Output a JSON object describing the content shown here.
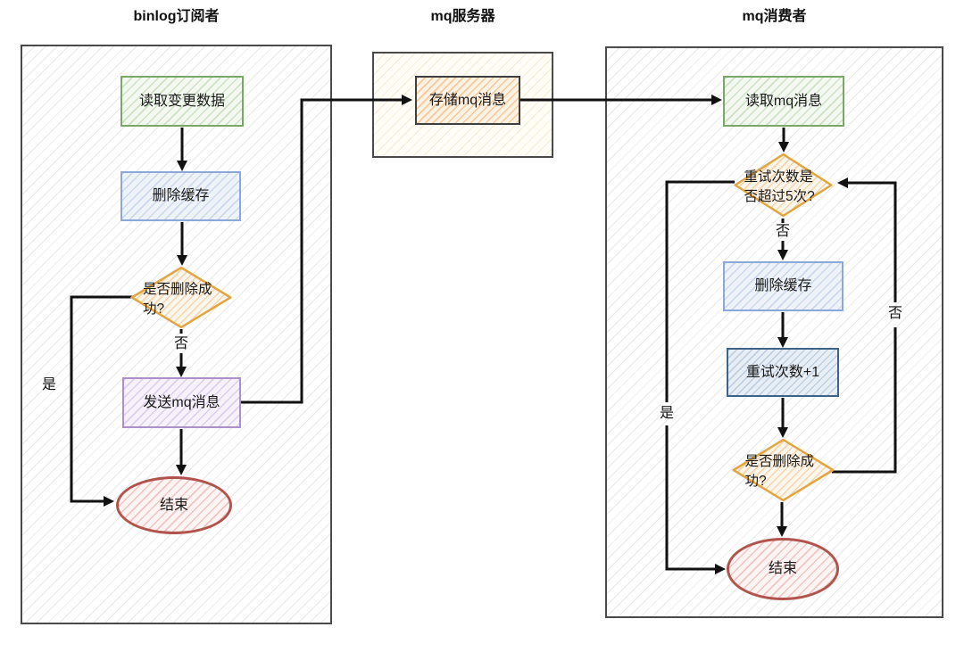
{
  "diagram": {
    "type": "flowchart",
    "lanes": {
      "binlog": {
        "title": "binlog订阅者"
      },
      "mq_server": {
        "title": "mq服务器"
      },
      "mq_consumer": {
        "title": "mq消费者"
      }
    },
    "nodes": {
      "read_change": "读取变更数据",
      "del_cache_left": "删除缓存",
      "check_del_left": "是否删除成功?",
      "send_mq": "发送mq消息",
      "end_left": "结束",
      "store_mq": "存储mq消息",
      "read_mq": "读取mq消息",
      "retry_check": "重试次数是否超过5次?",
      "del_cache_right": "删除缓存",
      "retry_inc": "重试次数+1",
      "check_del_right": "是否删除成功?",
      "end_right": "结束"
    },
    "edges": [
      {
        "from": "read_change",
        "to": "del_cache_left",
        "label": ""
      },
      {
        "from": "del_cache_left",
        "to": "check_del_left",
        "label": ""
      },
      {
        "from": "check_del_left",
        "to": "send_mq",
        "label": "否"
      },
      {
        "from": "send_mq",
        "to": "end_left",
        "label": ""
      },
      {
        "from": "check_del_left",
        "to": "end_left",
        "label": "是"
      },
      {
        "from": "send_mq",
        "to": "store_mq",
        "label": ""
      },
      {
        "from": "store_mq",
        "to": "read_mq",
        "label": ""
      },
      {
        "from": "read_mq",
        "to": "retry_check",
        "label": ""
      },
      {
        "from": "retry_check",
        "to": "del_cache_right",
        "label": "否"
      },
      {
        "from": "del_cache_right",
        "to": "retry_inc",
        "label": ""
      },
      {
        "from": "retry_inc",
        "to": "check_del_right",
        "label": ""
      },
      {
        "from": "check_del_right",
        "to": "end_right",
        "label": ""
      },
      {
        "from": "retry_check",
        "to": "end_right",
        "label": "是"
      },
      {
        "from": "check_del_right",
        "to": "retry_check",
        "label": "否"
      }
    ],
    "colors": {
      "lane-border": "#4a4a4a",
      "lane-hatch": "#e8e8e8",
      "mid-lane-hatch": "#f3ecd6",
      "green-border": "#7aa869",
      "green-bg": "#f3f8f0",
      "green-hatch": "#cde2c4",
      "blue-border": "#8aa9d6",
      "blue-bg": "#eef3fa",
      "blue-hatch": "#ccd9ed",
      "darkblue-border": "#3f6287",
      "darkblue-bg": "#e8eef5",
      "darkblue-hatch": "#bfd0e2",
      "orange-border": "#e2a640",
      "orange-bg": "#fdf6ec",
      "orange-hatch": "#f4d6ae",
      "purple-border": "#ab90c9",
      "purple-bg": "#f6f1fa",
      "purple-hatch": "#dccfec",
      "red-border": "#b2544e",
      "red-bg": "#fdf4f3",
      "red-hatch": "#edc6c1",
      "msg-border": "#3f3f3f",
      "msg-bg": "#fdf3e4",
      "msg-hatch": "#f5c99c",
      "arrow": "#111111",
      "text": "#1a1a1a"
    }
  }
}
